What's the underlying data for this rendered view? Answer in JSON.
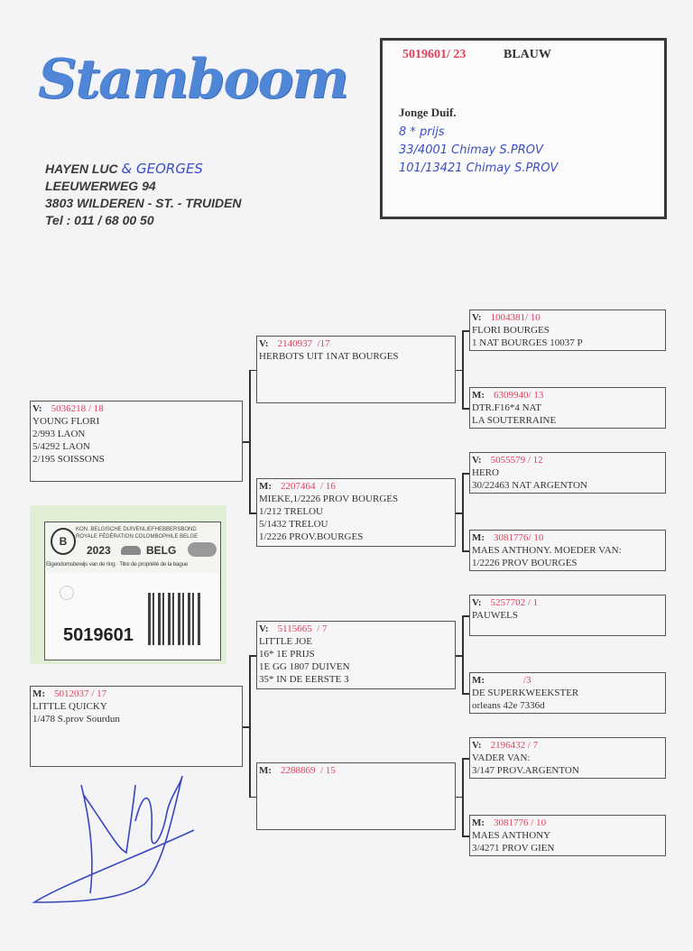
{
  "header": {
    "logo": "Stamboom",
    "owner_lines": [
      "HAYEN LUC",
      "LEEUWERWEG 94",
      "3803 WILDEREN  -  ST. - TRUIDEN",
      "Tel : 011 / 68 00 50"
    ],
    "owner_handwritten_addition": "& GEORGES"
  },
  "info": {
    "ring": "5019601/ 23",
    "color": "BLAUW",
    "category": "Jonge Duif.",
    "handwritten_results": [
      "8 * prijs",
      "33/4001 Chimay S.PROV",
      "101/13421 Chimay S.PROV"
    ]
  },
  "ring_card": {
    "org_line1": "KON. BELGISCHE DUIVENLIEFHEBBERSBOND",
    "org_line2": "ROYALE FÉDÉRATION COLOMBOPHILE BELGE",
    "year": "2023",
    "country": "BELG",
    "title": "Eigendomsbewijs van de ring · Titre de propriété de la bague",
    "number": "5019601"
  },
  "pedigree": {
    "gen1": [
      {
        "role": "V:",
        "ring": "5036218 / 18",
        "lines": [
          "YOUNG FLORI",
          "2/993 LAON",
          "5/4292 LAON",
          "2/195 SOISSONS"
        ]
      },
      {
        "role": "M:",
        "ring": "5012037 / 17",
        "lines": [
          "LITTLE QUICKY",
          "1/478 S.prov Sourdun"
        ]
      }
    ],
    "gen2": [
      {
        "role": "V:",
        "ring": "2140937  /17",
        "lines": [
          "HERBOTS UIT 1NAT BOURGES"
        ]
      },
      {
        "role": "M:",
        "ring": "2207464  / 16",
        "lines": [
          "MIEKE,1/2226 PROV BOURGES",
          "1/212 TRELOU",
          "5/1432 TRELOU",
          "1/2226 PROV.BOURGES"
        ]
      },
      {
        "role": "V:",
        "ring": "5115665  / 7",
        "lines": [
          "LITTLE JOE",
          "16* 1E PRIJS",
          "1E GG 1807 DUIVEN",
          "35* IN DE EERSTE 3"
        ]
      },
      {
        "role": "M:",
        "ring": "2288869  / 15",
        "lines": []
      }
    ],
    "gen3": [
      {
        "role": "V:",
        "ring": "1004381/ 10",
        "lines": [
          "FLORI BOURGES",
          "1 NAT BOURGES 10037 P"
        ]
      },
      {
        "role": "M:",
        "ring": "6309940/ 13",
        "lines": [
          "DTR.F16*4 NAT",
          "LA SOUTERRAINE"
        ]
      },
      {
        "role": "V:",
        "ring": "5055579 / 12",
        "lines": [
          "HERO",
          "30/22463 NAT ARGENTON"
        ]
      },
      {
        "role": "M:",
        "ring": "3081776/ 10",
        "lines": [
          "MAES ANTHONY. MOEDER VAN:",
          "1/2226 PROV BOURGES"
        ]
      },
      {
        "role": "V:",
        "ring": "5257702 / 1",
        "lines": [
          "PAUWELS"
        ]
      },
      {
        "role": "M:",
        "ring": "            /3",
        "lines": [
          "DE SUPERKWEEKSTER",
          "orleans 42e 7336d"
        ]
      },
      {
        "role": "V:",
        "ring": "2196432 / 7",
        "lines": [
          "VADER VAN:",
          "3/147 PROV.ARGENTON"
        ]
      },
      {
        "role": "M:",
        "ring": "3081776 / 10",
        "lines": [
          "MAES ANTHONY",
          "3/4271 PROV GIEN"
        ]
      }
    ]
  }
}
